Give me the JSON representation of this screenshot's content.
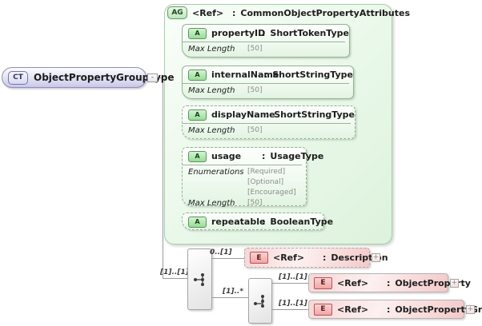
{
  "root": {
    "badge": "CT",
    "label": "ObjectPropertyGroupType",
    "collapse": "-"
  },
  "attribute_group": {
    "badge": "AG",
    "ref": "<Ref>",
    "sep": ":",
    "type": "CommonObjectPropertyAttributes",
    "attributes": [
      {
        "badge": "A",
        "name": "propertyID",
        "sep": ":",
        "type": "ShortTokenType",
        "facets": [
          {
            "label": "Max Length",
            "values": [
              "[50]"
            ]
          }
        ]
      },
      {
        "badge": "A",
        "name": "internalName",
        "sep": ":",
        "type": "ShortStringType",
        "facets": [
          {
            "label": "Max Length",
            "values": [
              "[50]"
            ]
          }
        ]
      },
      {
        "badge": "A",
        "name": "displayName",
        "sep": ":",
        "type": "ShortStringType",
        "facets": [
          {
            "label": "Max Length",
            "values": [
              "[50]"
            ]
          }
        ]
      },
      {
        "badge": "A",
        "name": "usage",
        "sep": ":",
        "type": "UsageType",
        "facets": [
          {
            "label": "Enumerations",
            "values": [
              "[Required]",
              "[Optional]",
              "[Encouraged]"
            ]
          },
          {
            "label": "Max Length",
            "values": [
              "[50]"
            ]
          }
        ]
      },
      {
        "badge": "A",
        "name": "repeatable",
        "sep": ":",
        "type": "BooleanType",
        "facets": []
      }
    ]
  },
  "content_model": {
    "sequence_cardinality": "[1]..[1]",
    "description": {
      "cardinality": "0..[1]",
      "badge": "E",
      "ref": "<Ref>",
      "sep": ":",
      "type": "Description",
      "expand": "+"
    },
    "choice_cardinality": "[1]..*",
    "object_property": {
      "cardinality": "[1]..[1]",
      "badge": "E",
      "ref": "<Ref>",
      "sep": ":",
      "type": "ObjectProperty",
      "expand": "+"
    },
    "object_property_group": {
      "cardinality": "[1]..[1]",
      "badge": "E",
      "ref": "<Ref>",
      "sep": ":",
      "type": "ObjectPropertyGroup",
      "expand": "+"
    }
  },
  "colors": {
    "complex_type_fill": "#d2d2ec",
    "attribute_panel_fill": "#e9f8e9",
    "attribute_badge_fill": "#a8e4a8",
    "element_fill": "#f4c9c9",
    "connector_line": "#9a9a9a"
  }
}
